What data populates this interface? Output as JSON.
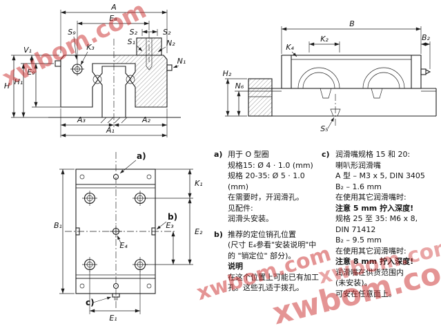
{
  "colors": {
    "watermark": "#cb2b2b",
    "line": "#1c1c1c"
  },
  "watermark": {
    "text": "xwbom.com"
  },
  "labels": {
    "a": "A",
    "e8": "E₈",
    "s9": "S₉",
    "s2a": "S₂",
    "s2b": "S₂",
    "s1": "S₁",
    "n2": "N₂",
    "v1": "V₁",
    "k3": "K₃",
    "e9": "E₉",
    "h1": "H₁",
    "h": "H",
    "n1": "N₁",
    "a3": "A₃",
    "a2": "A₂",
    "a1": "A₁",
    "b": "B",
    "k2": "K₂",
    "b2": "B₂",
    "k4": "K₄",
    "h2": "H₂",
    "n6": "N₆",
    "s5": "S₅",
    "b1": "B₁",
    "k1": "K₁",
    "e1": "E₁",
    "e2": "E₂",
    "e3": "E₃",
    "e4": "E₄",
    "callout_a": "a)",
    "callout_b": "b)",
    "callout_c": "c)"
  },
  "notes": {
    "a": {
      "marker": "a)",
      "lines": [
        "用于 O 型圈",
        "规格15: Ø 4 · 1.0 (mm)",
        "规格 20-35: Ø 5 · 1.0 (mm)",
        "在需要时，开润滑孔。",
        "见配件:",
        "润滑头安装。"
      ]
    },
    "b": {
      "marker": "b)",
      "lines": [
        "推荐的定位销孔位置",
        "(尺寸 E₄参看\"安装说明\"中",
        "的 \"销定位\" 部分)。",
        "说明",
        "在这个位置上可能已有加工",
        "孔。这些孔适于拨孔。"
      ]
    },
    "c": {
      "marker": "c)",
      "lines": [
        "润滑嘴规格 15 和 20:",
        "喇叭形润滑嘴",
        "A 型 – M3 x 5, DIN 3405",
        "B₂ – 1.6 mm",
        "在使用其它润滑嘴时:",
        "注意 5 mm 拧入深度!",
        "规格 25 至 35: M6 x 8,",
        "DIN 71412",
        "B₂ – 9.5 mm",
        "在使用其它润滑嘴时:",
        "注意 8 mm 拧入深度!",
        "润滑嘴在供货范围内",
        "(未安装)。",
        "可安在任意面上。"
      ]
    }
  }
}
